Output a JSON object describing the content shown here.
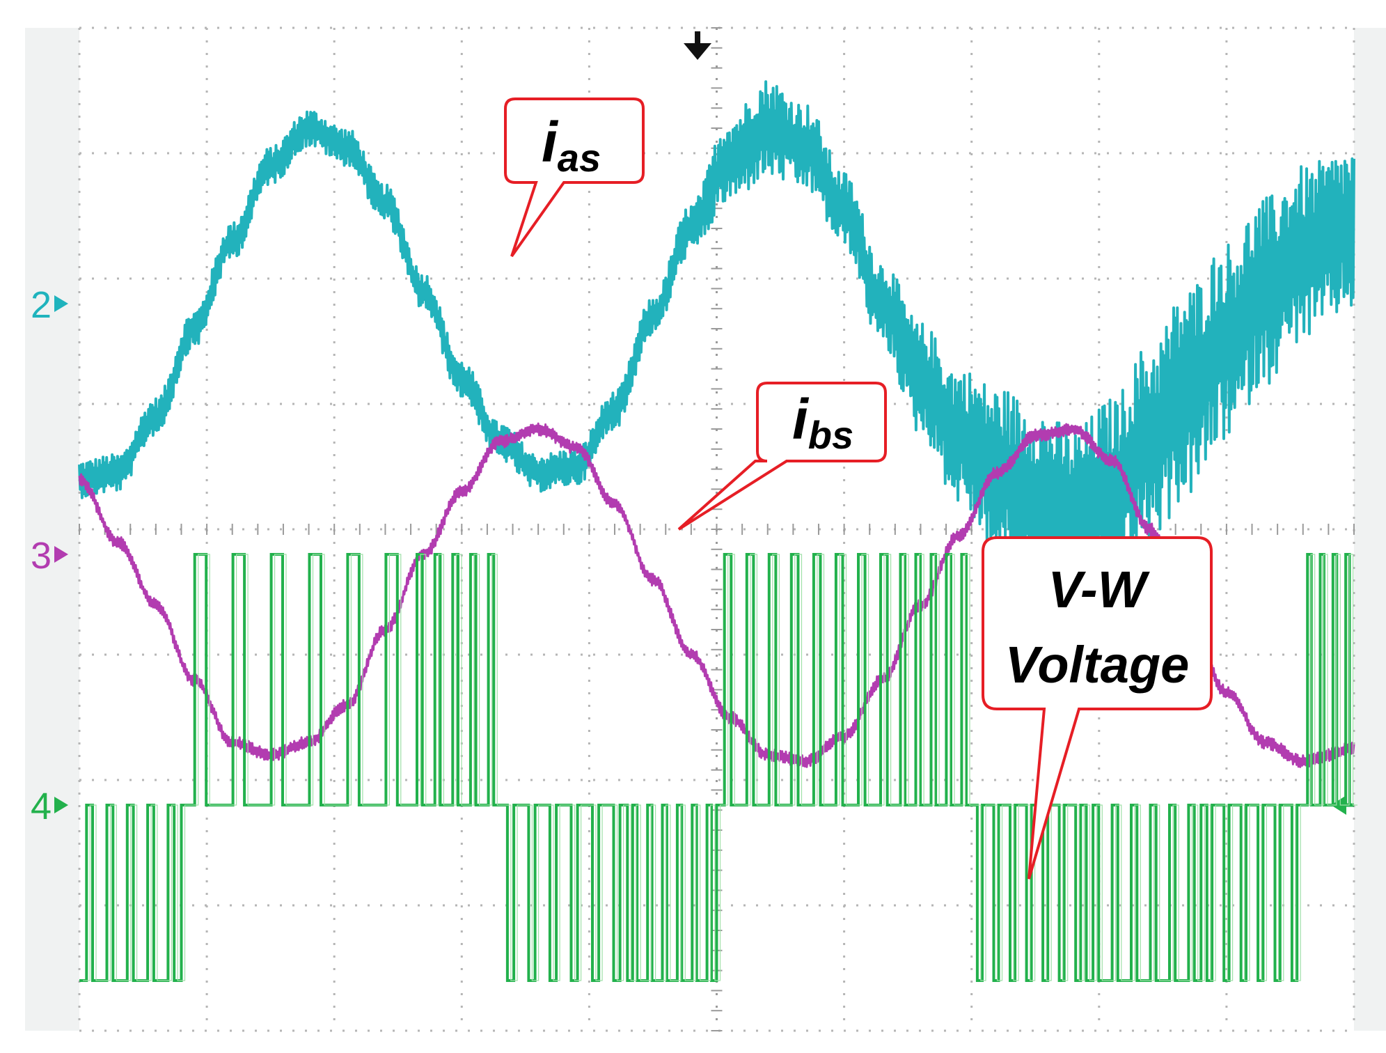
{
  "chart_data": {
    "type": "line",
    "title": "",
    "xlabel": "",
    "ylabel": "",
    "grid": "on",
    "xlim": [
      0,
      10
    ],
    "ylim": [
      0,
      8
    ],
    "channel_markers": [
      {
        "label": "2",
        "color": "#1fb3bd",
        "level": 5.8
      },
      {
        "label": "3",
        "color": "#b23cb0",
        "level": 3.8
      },
      {
        "label": "4",
        "color": "#22b14c",
        "level": 1.8
      }
    ],
    "trigger_marker_x": 4.85,
    "series": [
      {
        "label": "i_as",
        "color": "#22b2bc",
        "description_units": "div",
        "x": [
          0.0,
          0.3,
          0.6,
          0.9,
          1.2,
          1.5,
          1.8,
          2.1,
          2.4,
          2.7,
          3.0,
          3.3,
          3.6,
          3.9,
          4.2,
          4.5,
          4.8,
          5.1,
          5.4,
          5.7,
          6.0,
          6.3,
          6.6,
          6.9,
          7.2,
          7.5,
          7.8,
          8.1,
          8.4,
          8.7,
          9.0,
          9.3,
          9.6,
          10.0
        ],
        "y": [
          4.4,
          4.45,
          4.9,
          5.6,
          6.3,
          6.9,
          7.2,
          7.05,
          6.6,
          5.9,
          5.2,
          4.7,
          4.45,
          4.5,
          4.95,
          5.7,
          6.4,
          6.95,
          7.2,
          7.05,
          6.55,
          5.8,
          5.2,
          4.75,
          4.45,
          4.25,
          4.1,
          4.3,
          4.7,
          5.1,
          5.5,
          5.9,
          6.2,
          6.4
        ],
        "noise": [
          0.15,
          0.15,
          0.15,
          0.15,
          0.15,
          0.15,
          0.15,
          0.15,
          0.15,
          0.15,
          0.15,
          0.15,
          0.15,
          0.15,
          0.15,
          0.15,
          0.2,
          0.35,
          0.4,
          0.35,
          0.3,
          0.35,
          0.45,
          0.55,
          0.7,
          0.75,
          0.7,
          0.75,
          0.8,
          0.85,
          0.8,
          0.75,
          0.7,
          0.65
        ]
      },
      {
        "label": "i_bs",
        "color": "#b23cb0",
        "x": [
          0.0,
          0.3,
          0.6,
          0.9,
          1.2,
          1.5,
          1.8,
          2.1,
          2.4,
          2.7,
          3.0,
          3.3,
          3.6,
          3.9,
          4.2,
          4.5,
          4.8,
          5.1,
          5.4,
          5.7,
          6.0,
          6.3,
          6.6,
          6.9,
          7.2,
          7.5,
          7.8,
          8.1,
          8.4,
          8.7,
          9.0,
          9.3,
          9.6,
          10.0
        ],
        "y": [
          4.4,
          3.9,
          3.4,
          2.8,
          2.3,
          2.2,
          2.3,
          2.6,
          3.2,
          3.8,
          4.3,
          4.7,
          4.8,
          4.65,
          4.2,
          3.6,
          3.0,
          2.5,
          2.2,
          2.15,
          2.35,
          2.8,
          3.4,
          3.95,
          4.45,
          4.75,
          4.8,
          4.55,
          4.0,
          3.3,
          2.7,
          2.3,
          2.15,
          2.25
        ],
        "noise": [
          0.05,
          0.05,
          0.05,
          0.05,
          0.05,
          0.05,
          0.05,
          0.05,
          0.05,
          0.05,
          0.05,
          0.05,
          0.05,
          0.05,
          0.05,
          0.05,
          0.05,
          0.05,
          0.05,
          0.05,
          0.05,
          0.05,
          0.05,
          0.05,
          0.05,
          0.05,
          0.05,
          0.05,
          0.05,
          0.05,
          0.05,
          0.05,
          0.05,
          0.05
        ]
      },
      {
        "label": "V-W Voltage",
        "color": "#22b14c",
        "levels": [
          0.4,
          1.8,
          3.8
        ],
        "segments": [
          {
            "x0": 0.0,
            "x1": 0.8,
            "level": 0,
            "switch_to": 1,
            "count": 5
          },
          {
            "x0": 0.8,
            "x1": 2.6,
            "level": 1,
            "switch_to": 2,
            "count": 6
          },
          {
            "x0": 2.6,
            "x1": 3.3,
            "level": 1,
            "switch_to": 2,
            "count": 5
          },
          {
            "x0": 3.3,
            "x1": 4.3,
            "level": 1,
            "switch_to": 0,
            "count": 6
          },
          {
            "x0": 4.3,
            "x1": 5.0,
            "level": 0,
            "switch_to": 1,
            "count": 6
          },
          {
            "x0": 5.0,
            "x1": 6.4,
            "level": 1,
            "switch_to": 2,
            "count": 8
          },
          {
            "x0": 6.4,
            "x1": 7.0,
            "level": 1,
            "switch_to": 2,
            "count": 5
          },
          {
            "x0": 7.0,
            "x1": 7.9,
            "level": 1,
            "switch_to": 0,
            "count": 7
          },
          {
            "x0": 7.9,
            "x1": 8.8,
            "level": 0,
            "switch_to": 1,
            "count": 6
          },
          {
            "x0": 8.8,
            "x1": 9.6,
            "level": 1,
            "switch_to": 0,
            "count": 6
          },
          {
            "x0": 9.6,
            "x1": 10.0,
            "level": 1,
            "switch_to": 2,
            "count": 4
          }
        ]
      }
    ],
    "annotations": [
      {
        "text": "i",
        "subscript": "as",
        "target": "i_as"
      },
      {
        "text": "i",
        "subscript": "bs",
        "target": "i_bs"
      },
      {
        "text": "V-W",
        "text2": "Voltage",
        "target": "V-W Voltage"
      }
    ]
  }
}
